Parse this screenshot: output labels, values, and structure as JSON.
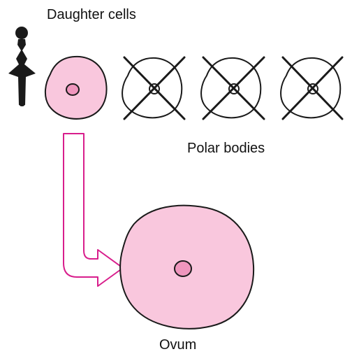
{
  "labels": {
    "daughter_cells": "Daughter cells",
    "polar_bodies": "Polar bodies",
    "ovum": "Ovum"
  },
  "colors": {
    "cell_fill": "#f9c7dd",
    "nucleus_fill": "#ef96bd",
    "arrow_stroke": "#d81e8c",
    "outline": "#1a1a1a"
  },
  "icons": {
    "female_symbol": "female-figure-icon",
    "discarded_cell": "crossed-out-cell-icon"
  }
}
